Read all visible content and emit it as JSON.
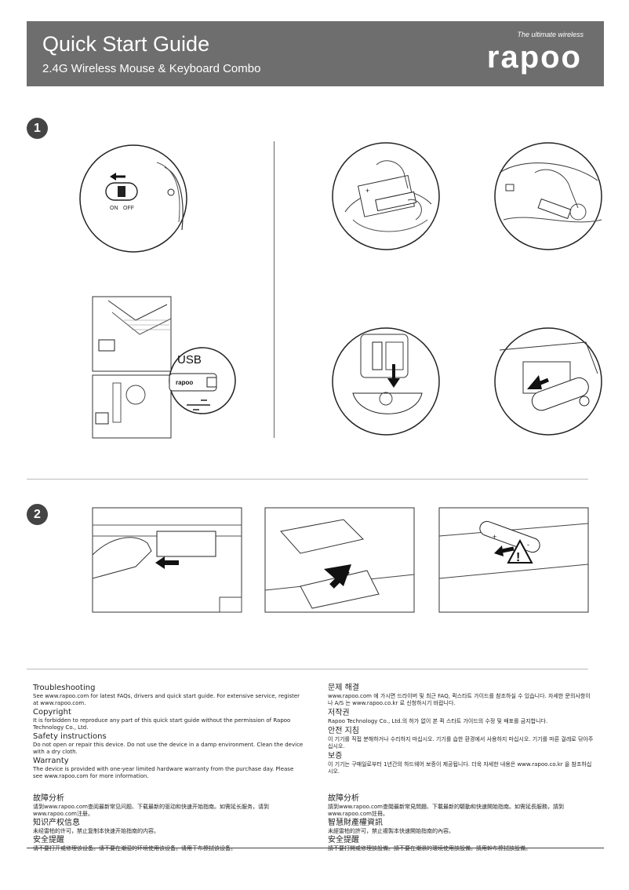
{
  "header": {
    "title": "Quick Start Guide",
    "subtitle": "2.4G Wireless Mouse & Keyboard Combo",
    "tagline": "The ultimate wireless",
    "logo": "rapoo"
  },
  "steps": [
    "1",
    "2"
  ],
  "labels": {
    "on": "ON",
    "off": "OFF",
    "usb": "USB",
    "plus": "+",
    "minus": "-",
    "warning": "!"
  },
  "english": {
    "troubleshooting_h": "Troubleshooting",
    "troubleshooting_t": "See www.rapoo.com for latest FAQs, drivers and quick start guide. For extensive service, register at www.rapoo.com.",
    "copyright_h": "Copyright",
    "copyright_t": "It is forbidden to reproduce any part of this quick start guide without the permission of Rapoo Technology Co., Ltd.",
    "safety_h": "Safety instructions",
    "safety_t": "Do not open or repair this device. Do not use the device in a damp environment. Clean the device with a dry cloth.",
    "warranty_h": "Warranty",
    "warranty_t": "The device is provided with one-year limited hardware warranty from the purchase day. Please see www.rapoo.com for more information."
  },
  "korean": {
    "trouble_h": "문제 해결",
    "trouble_t": "www.rapoo.com 에 가시면 드라이버 및 최근 FAQ, 퀵스타트 가이드를 참조하실 수 있습니다. 자세한 문의사항이나 A/S 는 www.rapoo.co.kr 로 신청하시기 바랍니다.",
    "copyright_h": "저작권",
    "copyright_t": "Rapoo Technology Co., Ltd.의 허가 없이 본 퀵 스타트 가이드의 수정 및 배포를 금지합니다.",
    "safety_h": "안전 지침",
    "safety_t": "이 기기를 직접 분해하거나 수리하지 마십시오. 기기를 습한 환경에서 사용하지 마십시오. 기기를 마른 걸레로 닦아주십시오.",
    "warranty_h": "보증",
    "warranty_t": "이 기기는 구매일로부터 1년간의 하드웨어 보증이 제공됩니다. 더욱 자세한 내용은 www.rapoo.co.kr 을 참조하십시오."
  },
  "chinese_s": {
    "trouble_h": "故障分析",
    "trouble_t": "请到www.rapoo.com查阅最新常见问题、下载最新的驱动和快速开始指南。如需延长服务，请到www.rapoo.com注册。",
    "ip_h": "知识产权信息",
    "ip_t": "未经雷柏的许可，禁止复制本快速开始指南的内容。",
    "safety_h": "安全提醒",
    "safety_t": "请不要打开或修理该设备。请不要在潮湿的环境使用该设备。请用干布擦拭该设备。"
  },
  "chinese_t": {
    "trouble_h": "故障分析",
    "trouble_t": "請到www.rapoo.com查閱最新常見問題、下載最新的驅動和快速開始指南。如需延長服務，請到www.rapoo.com註冊。",
    "ip_h": "智慧財產權資訊",
    "ip_t": "未經雷柏的許可，禁止複製本快速開始指南的內容。",
    "safety_h": "安全提醒",
    "safety_t": "請不要打開或修理該設備。請不要在潮濕的環境使用該設備。請用幹布擦拭該設備。"
  }
}
